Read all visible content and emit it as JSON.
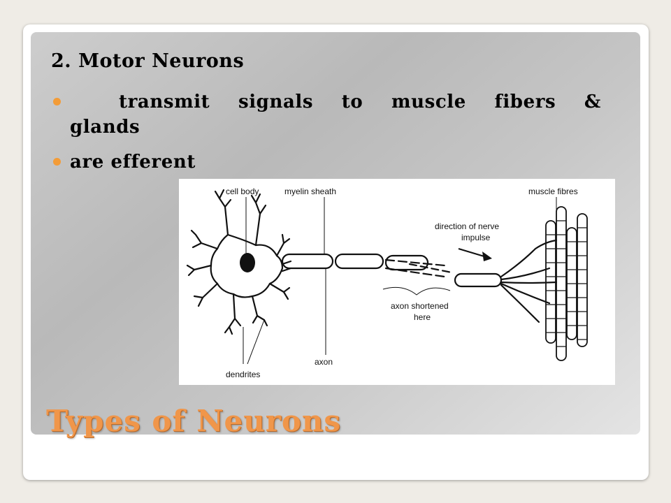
{
  "slide": {
    "heading": "2. Motor Neurons",
    "bullets": [
      {
        "line1": "transmit signals to muscle fibers &",
        "line2": "glands"
      },
      {
        "line1": "are efferent"
      }
    ],
    "title": "Types of Neurons"
  },
  "diagram": {
    "labels": {
      "cell_body": "cell body",
      "myelin_sheath": "myelin sheath",
      "muscle_fibres": "muscle fibres",
      "direction_line1": "direction of nerve",
      "direction_line2": "impulse",
      "axon_shortened_line1": "axon shortened",
      "axon_shortened_line2": "here",
      "axon": "axon",
      "dendrites": "dendrites"
    }
  },
  "colors": {
    "bullet": "#f39c38",
    "title": "#f0964a"
  }
}
